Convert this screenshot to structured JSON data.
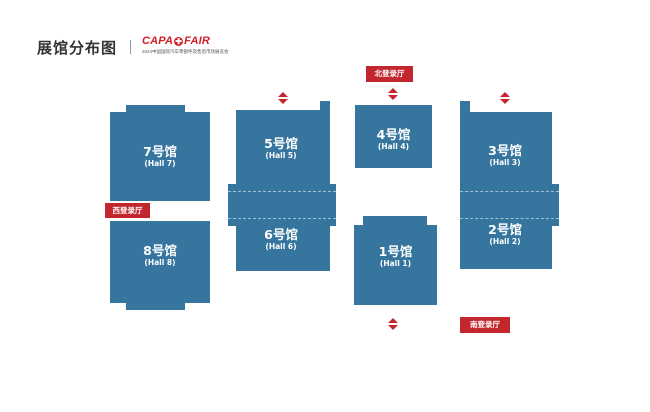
{
  "header": {
    "title": "展馆分布图",
    "logo_left": "CAPA",
    "logo_mark": "✚",
    "logo_right": "FAIR",
    "logo_subtitle": "2024中国国际汽车零部件及售后市场展览会"
  },
  "halls": [
    {
      "id": "hall-7",
      "name": "7号馆",
      "sub": "(Hall 7)"
    },
    {
      "id": "hall-8",
      "name": "8号馆",
      "sub": "(Hall 8)"
    },
    {
      "id": "hall-5",
      "name": "5号馆",
      "sub": "(Hall 5)"
    },
    {
      "id": "hall-6",
      "name": "6号馆",
      "sub": "(Hall 6)"
    },
    {
      "id": "hall-4",
      "name": "4号馆",
      "sub": "(Hall 4)"
    },
    {
      "id": "hall-1",
      "name": "1号馆",
      "sub": "(Hall 1)"
    },
    {
      "id": "hall-3",
      "name": "3号馆",
      "sub": "(Hall 3)"
    },
    {
      "id": "hall-2",
      "name": "2号馆",
      "sub": "(Hall 2)"
    }
  ],
  "lobbies": {
    "north": "北登录厅",
    "west": "西登录厅",
    "south": "南登录厅"
  },
  "colors": {
    "hall": "#35759e",
    "lobby": "#c1272d",
    "title": "#333333"
  }
}
